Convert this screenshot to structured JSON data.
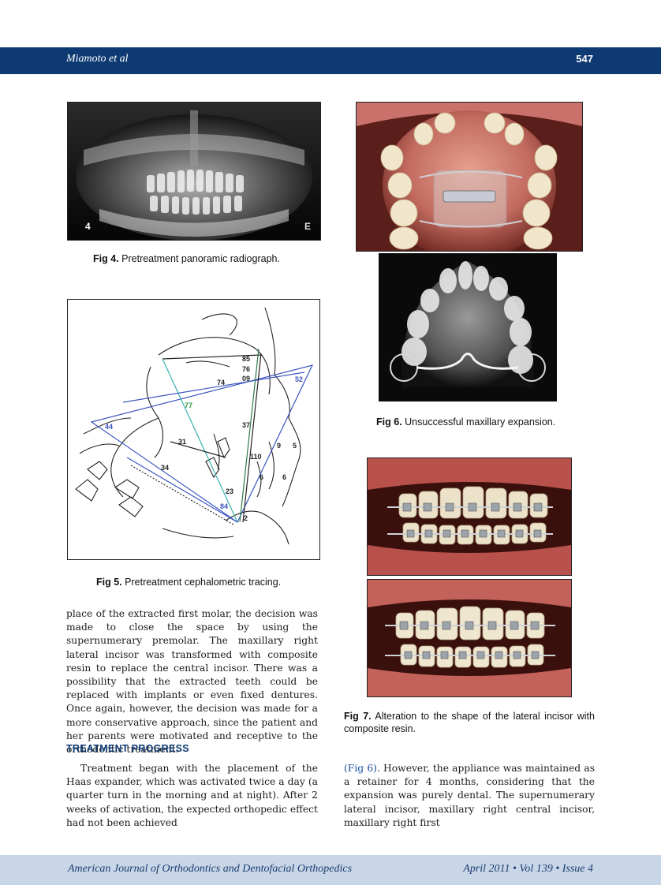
{
  "header": {
    "author": "Miamoto et al",
    "page_number": "547"
  },
  "figures": {
    "fig4": {
      "label": "Fig 4.",
      "caption": "Pretreatment panoramic radiograph.",
      "corner_left": "4",
      "corner_right": "E"
    },
    "fig5": {
      "label": "Fig 5.",
      "caption": "Pretreatment cephalometric tracing.",
      "measures": {
        "m85": "85",
        "m76": "76",
        "m09": "09",
        "m74": "74",
        "m52": "52",
        "m77": "77",
        "m44": "44",
        "m37": "37",
        "m31": "31",
        "m9": "9",
        "m5": "5",
        "m110": "110",
        "m34": "34",
        "m6a": "6",
        "m6b": "6",
        "m23": "23",
        "m84": "84",
        "m2": "2"
      }
    },
    "fig6": {
      "label": "Fig 6.",
      "caption": "Unsuccessful maxillary expansion."
    },
    "fig7": {
      "label": "Fig 7.",
      "caption": "Alteration to the shape of the lateral incisor with composite resin."
    }
  },
  "body": {
    "left_paragraph": "place of the extracted first molar, the decision was made to close the space by using the supernumerary premolar. The maxillary right lateral incisor was transformed with composite resin to replace the central incisor. There was a possibility that the extracted teeth could be replaced with implants or even fixed dentures. Once again, however, the decision was made for a more conservative approach, since the patient and her parents were motivated and receptive to the orthodontic treatment.",
    "section_heading": "TREATMENT PROGRESS",
    "treatment_paragraph": "Treatment began with the placement of the Haas expander, which was activated twice a day (a quarter turn in the morning and at night). After 2 weeks of activation, the expected orthopedic effect had not been achieved",
    "right_ref": "(Fig 6)",
    "right_paragraph": ". However, the appliance was maintained as a retainer for 4 months, considering that the expansion was purely dental. The supernumerary lateral incisor, maxillary right central incisor, maxillary right first"
  },
  "footer": {
    "journal": "American Journal of Orthodontics and Dentofacial Orthopedics",
    "issue": "April 2011 • Vol 139 • Issue 4"
  }
}
